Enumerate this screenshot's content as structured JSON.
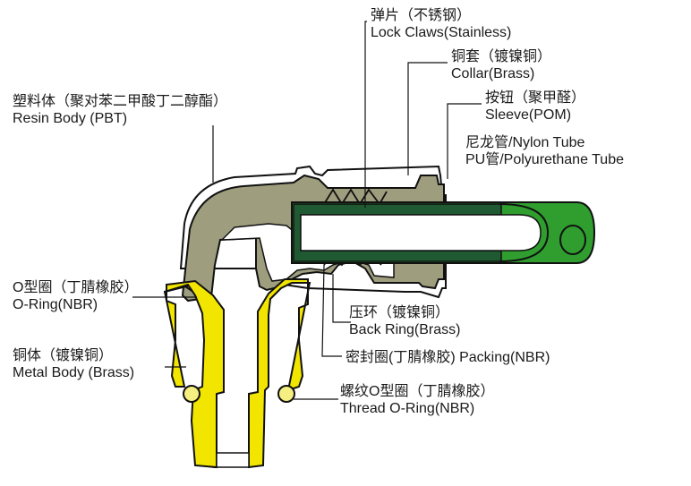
{
  "labels": {
    "lock_claws": {
      "zh": "弹片（不锈钢）",
      "en": "Lock Claws(Stainless)"
    },
    "collar": {
      "zh": "铜套（镀镍铜）",
      "en": "Collar(Brass)"
    },
    "sleeve": {
      "zh": "按钮（聚甲醛）",
      "en": "Sleeve(POM)"
    },
    "tube": {
      "zh": "尼龙管/Nylon Tube",
      "en": "PU管/Polyurethane  Tube"
    },
    "resin_body": {
      "zh": "塑料体（聚对苯二甲酸丁二醇酯）",
      "en": "Resin Body (PBT)"
    },
    "o_ring": {
      "zh": "O型圈（丁腈橡胶）",
      "en": "O-Ring(NBR)"
    },
    "metal_body": {
      "zh": "铜体（镀镍铜）",
      "en": "Metal Body (Brass)"
    },
    "back_ring": {
      "zh": "压环（镀镍铜）",
      "en": "Back Ring(Brass)"
    },
    "packing": {
      "text": "密封圈(丁腈橡胶) Packing(NBR)"
    },
    "thread_o_ring": {
      "zh": "螺纹O型圈（丁腈橡胶）",
      "en": "Thread O-Ring(NBR)"
    }
  },
  "colors": {
    "resin_body": "#9e9d7e",
    "brass_body": "#f2e600",
    "tube_outer": "#2f9e2f",
    "tube_dark": "#1f5a33",
    "outline": "#111111"
  }
}
